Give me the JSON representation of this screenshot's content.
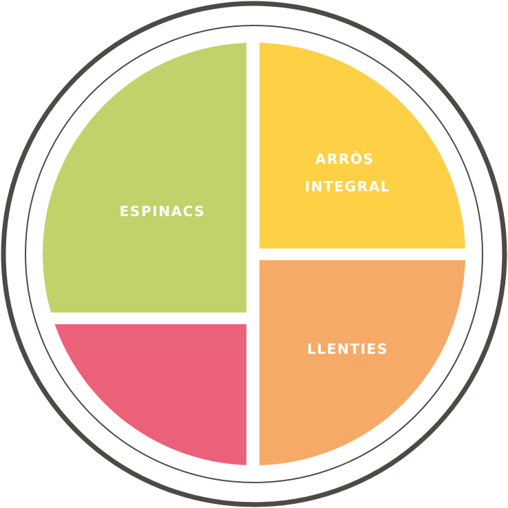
{
  "plate": {
    "rim_color": "#4a4c44",
    "background_color": "#ffffff"
  },
  "segments": [
    {
      "id": "espinacs",
      "label_lines": [
        "ESPINACS"
      ],
      "color": "#c0d36b"
    },
    {
      "id": "arros-integral",
      "label_lines": [
        "ARRÒS",
        "INTEGRAL"
      ],
      "color": "#fdd046"
    },
    {
      "id": "llenties",
      "label_lines": [
        "LLENTIES"
      ],
      "color": "#f5aa67"
    },
    {
      "id": "empty-segment",
      "label_lines": [],
      "color": "#ec617a"
    }
  ]
}
